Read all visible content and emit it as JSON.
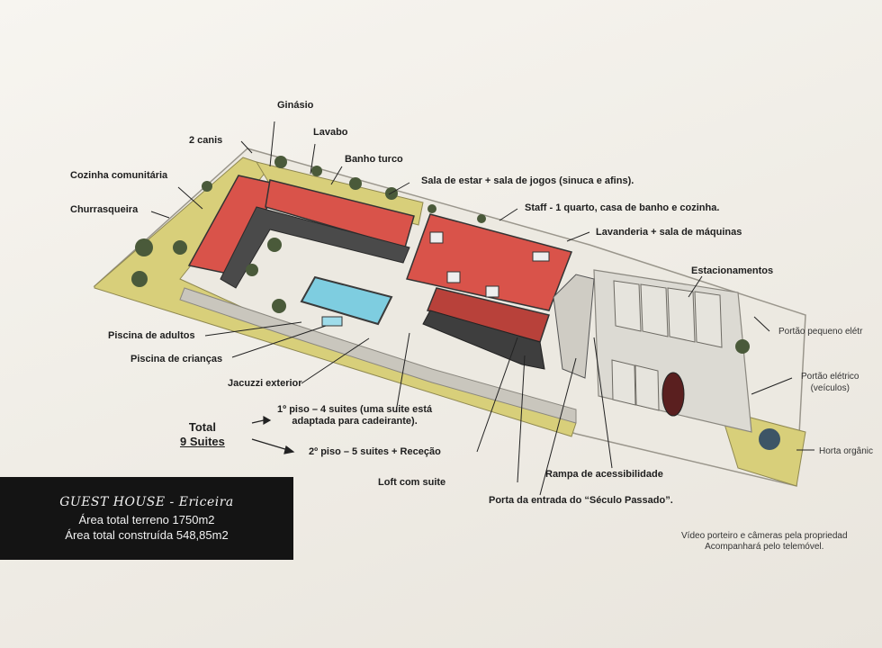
{
  "labels": {
    "ginasio": "Ginásio",
    "lavabo": "Lavabo",
    "canis": "2 canis",
    "banho_turco": "Banho turco",
    "cozinha_comunitaria": "Cozinha comunitária",
    "sala_estar": "Sala de estar + sala de jogos (sinuca e afins).",
    "churrasqueira": "Churrasqueira",
    "staff": "Staff - 1 quarto, casa de banho e cozinha.",
    "lavanderia": "Lavanderia + sala de máquinas",
    "estacionamentos": "Estacionamentos",
    "portao_pequeno": "Portão pequeno elétr",
    "portao_eletrico_1": "Portão elétrico",
    "portao_eletrico_2": "(veículos)",
    "horta": "Horta orgânic",
    "piscina_adultos": "Piscina de adultos",
    "piscina_criancas": "Piscina de crianças",
    "jacuzzi": "Jacuzzi exterior",
    "piso1_line1": "1º piso – 4 suites (uma suite está",
    "piso1_line2": "adaptada para cadeirante).",
    "piso2": "2º piso – 5 suites + Receção",
    "loft": "Loft com suite",
    "rampa": "Rampa de acessibilidade",
    "porta_entrada": "Porta da entrada do “Século Passado”."
  },
  "total": {
    "line1": "Total",
    "line2": "9 Suites"
  },
  "info_box": {
    "title": "GUEST HOUSE - Ericeira",
    "line1": "Área total terreno 1750m2",
    "line2": "Área total construída 548,85m2"
  },
  "footnote": {
    "line1": "Vídeo porteiro e câmeras pela propriedad",
    "line2": "Acompanhará pelo telemóvel."
  },
  "colors": {
    "roof": "#d9534a",
    "roof_dark": "#b8413a",
    "lawn": "#d8cf7a",
    "pool": "#7ecde0",
    "wall": "#4a4a4a",
    "info_bg": "#141414"
  }
}
